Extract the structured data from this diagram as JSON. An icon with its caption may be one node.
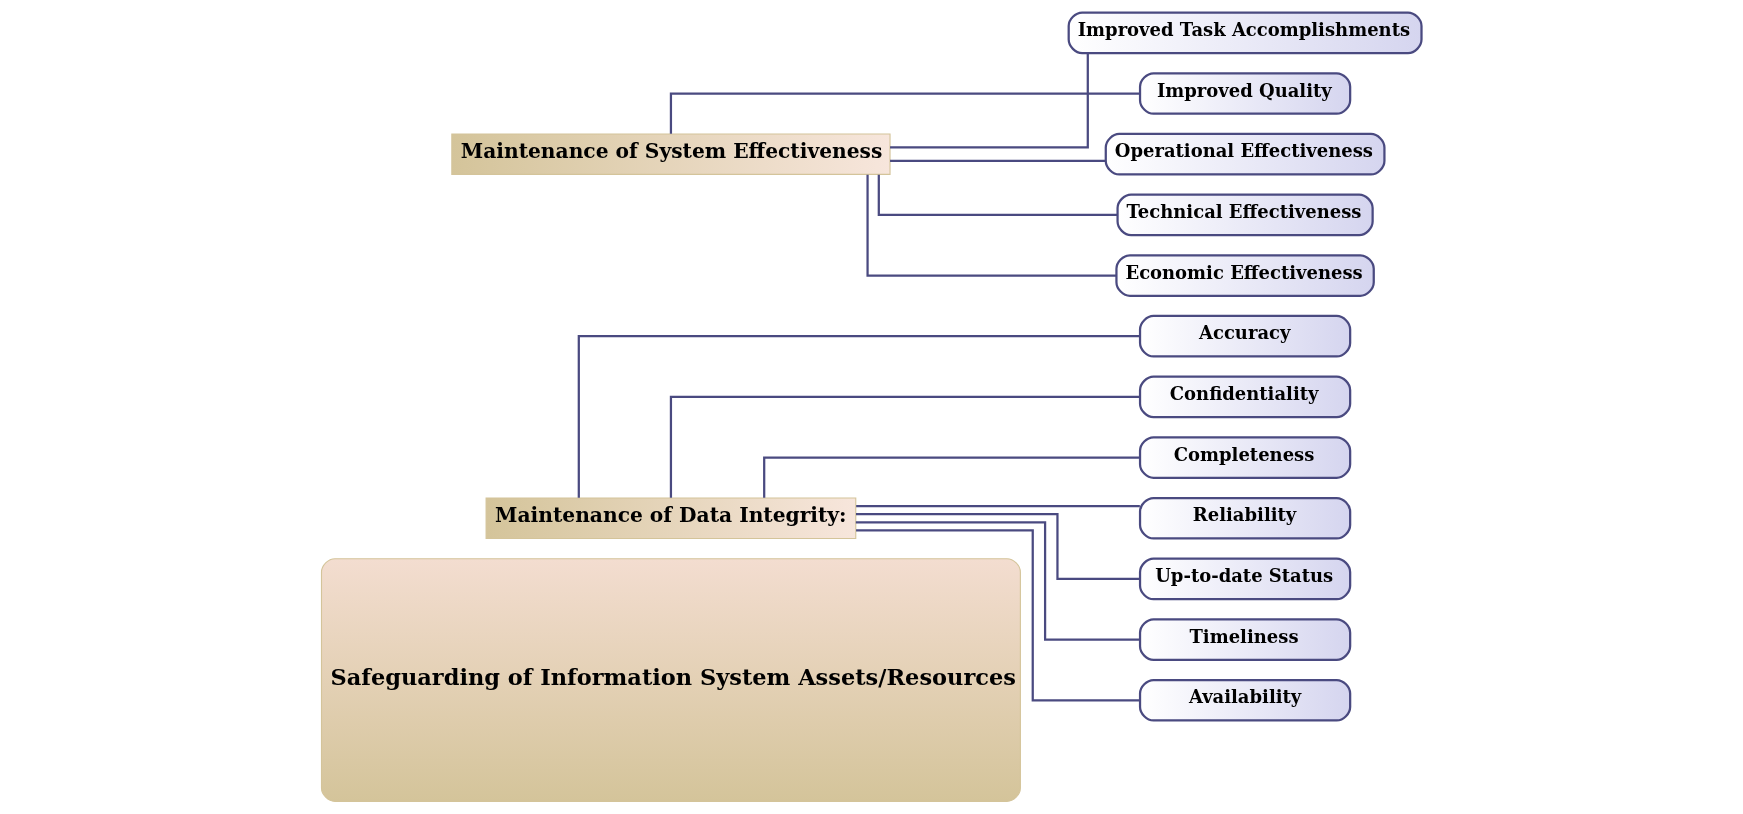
{
  "diagram": {
    "nodes": [
      {
        "text": [
          "Safeguarding of Information System Assets/Resources"
        ]
      },
      {
        "text": [
          "Maintenance of Data Integrity:"
        ]
      },
      {
        "text": [
          "Accuracy"
        ]
      },
      {
        "text": [
          "Confidentiality"
        ]
      },
      {
        "text": [
          "Completeness"
        ]
      },
      {
        "text": [
          "Reliability"
        ]
      },
      {
        "text": [
          "Up-to-date Status"
        ]
      },
      {
        "text": [
          "Timeliness"
        ]
      },
      {
        "text": [
          "Availability"
        ]
      },
      {
        "text": [
          "Maintenance of System Effectiveness"
        ]
      },
      {
        "text": [
          "Improved Task Accomplishments"
        ]
      },
      {
        "text": [
          "Improved Quality"
        ]
      },
      {
        "text": [
          "Operational Effectiveness"
        ]
      },
      {
        "text": [
          "Technical Effectiveness"
        ]
      },
      {
        "text": [
          "Economic Effectiveness"
        ]
      }
    ],
    "edges": [
      {
        "from": 1,
        "to": 2,
        "arrow": "none"
      },
      {
        "from": 1,
        "to": 3,
        "arrow": "none"
      },
      {
        "from": 1,
        "to": 4,
        "arrow": "none"
      },
      {
        "from": 1,
        "to": 5,
        "arrow": "none"
      },
      {
        "from": 1,
        "to": 6,
        "arrow": "none"
      },
      {
        "from": 1,
        "to": 7,
        "arrow": "none"
      },
      {
        "from": 1,
        "to": 8,
        "arrow": "none"
      },
      {
        "from": 9,
        "to": 10,
        "arrow": "none"
      },
      {
        "from": 9,
        "to": 11,
        "arrow": "none"
      },
      {
        "from": 9,
        "to": 12,
        "arrow": "none"
      },
      {
        "from": 9,
        "to": 13,
        "arrow": "none"
      },
      {
        "from": 9,
        "to": 14,
        "arrow": "none"
      }
    ]
  }
}
